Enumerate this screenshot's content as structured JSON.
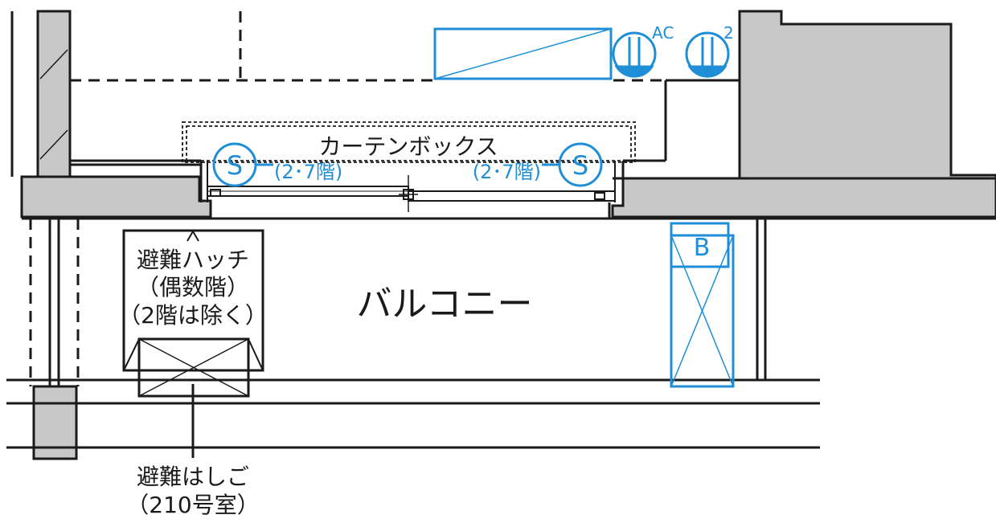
{
  "labels": {
    "curtain_box": "カーテンボックス",
    "balcony": "バルコニー",
    "evac_hatch_1": "避難ハッチ",
    "evac_hatch_2": "（偶数階）",
    "evac_hatch_3": "（2階は除く）",
    "evac_ladder_1": "避難はしご",
    "evac_ladder_2": "（210号室）"
  },
  "symbols": {
    "sleeve_left": {
      "letter": "S",
      "note": "(2･7階)"
    },
    "sleeve_right": {
      "letter": "S",
      "note": "(2･7階)"
    },
    "ac_sleeve": {
      "tag": "AC"
    },
    "sleeve_2": {
      "tag": "2"
    },
    "box_b": {
      "letter": "B"
    }
  },
  "colors": {
    "line": "#1a1a1a",
    "equipment_blue": "#1e8fd6",
    "wall_gray": "#c8c8c8"
  }
}
